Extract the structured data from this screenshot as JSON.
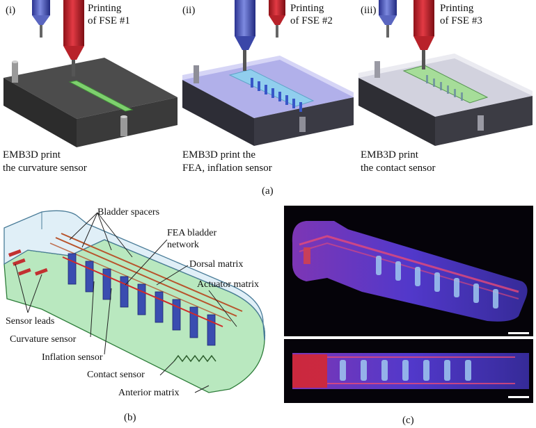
{
  "panel_a": {
    "caption": "(a)",
    "steps": [
      {
        "index": "(i)",
        "printing_line1": "Printing",
        "printing_line2": "of FSE #1",
        "desc_line1": "EMB3D print",
        "desc_line2": "the curvature sensor"
      },
      {
        "index": "(ii)",
        "printing_line1": "Printing",
        "printing_line2": "of FSE #2",
        "desc_line1": "EMB3D print the",
        "desc_line2": "FEA, inflation sensor"
      },
      {
        "index": "(iii)",
        "printing_line1": "Printing",
        "printing_line2": "of FSE #3",
        "desc_line1": "EMB3D print",
        "desc_line2": "the contact sensor"
      }
    ]
  },
  "panel_b": {
    "caption": "(b)",
    "labels": {
      "bladder_spacers": "Bladder spacers",
      "fea_bladder_1": "FEA bladder",
      "fea_bladder_2": "network",
      "dorsal_matrix": "Dorsal matrix",
      "actuator_matrix": "Actuator matrix",
      "sensor_leads": "Sensor leads",
      "curvature_sensor": "Curvature sensor",
      "inflation_sensor": "Inflation sensor",
      "contact_sensor": "Contact sensor",
      "anterior_matrix": "Anterior matrix"
    }
  },
  "panel_c": {
    "caption": "(c)"
  },
  "colors": {
    "nozzle_red": "#c8202a",
    "nozzle_blue": "#4a58b8",
    "mold_dark": "#3a3a3a",
    "matrix_blue": "#a9a6e8",
    "sensor_green": "#5cc15c",
    "photo_bg": "#050309",
    "photo_body": "#6a3fd8"
  }
}
